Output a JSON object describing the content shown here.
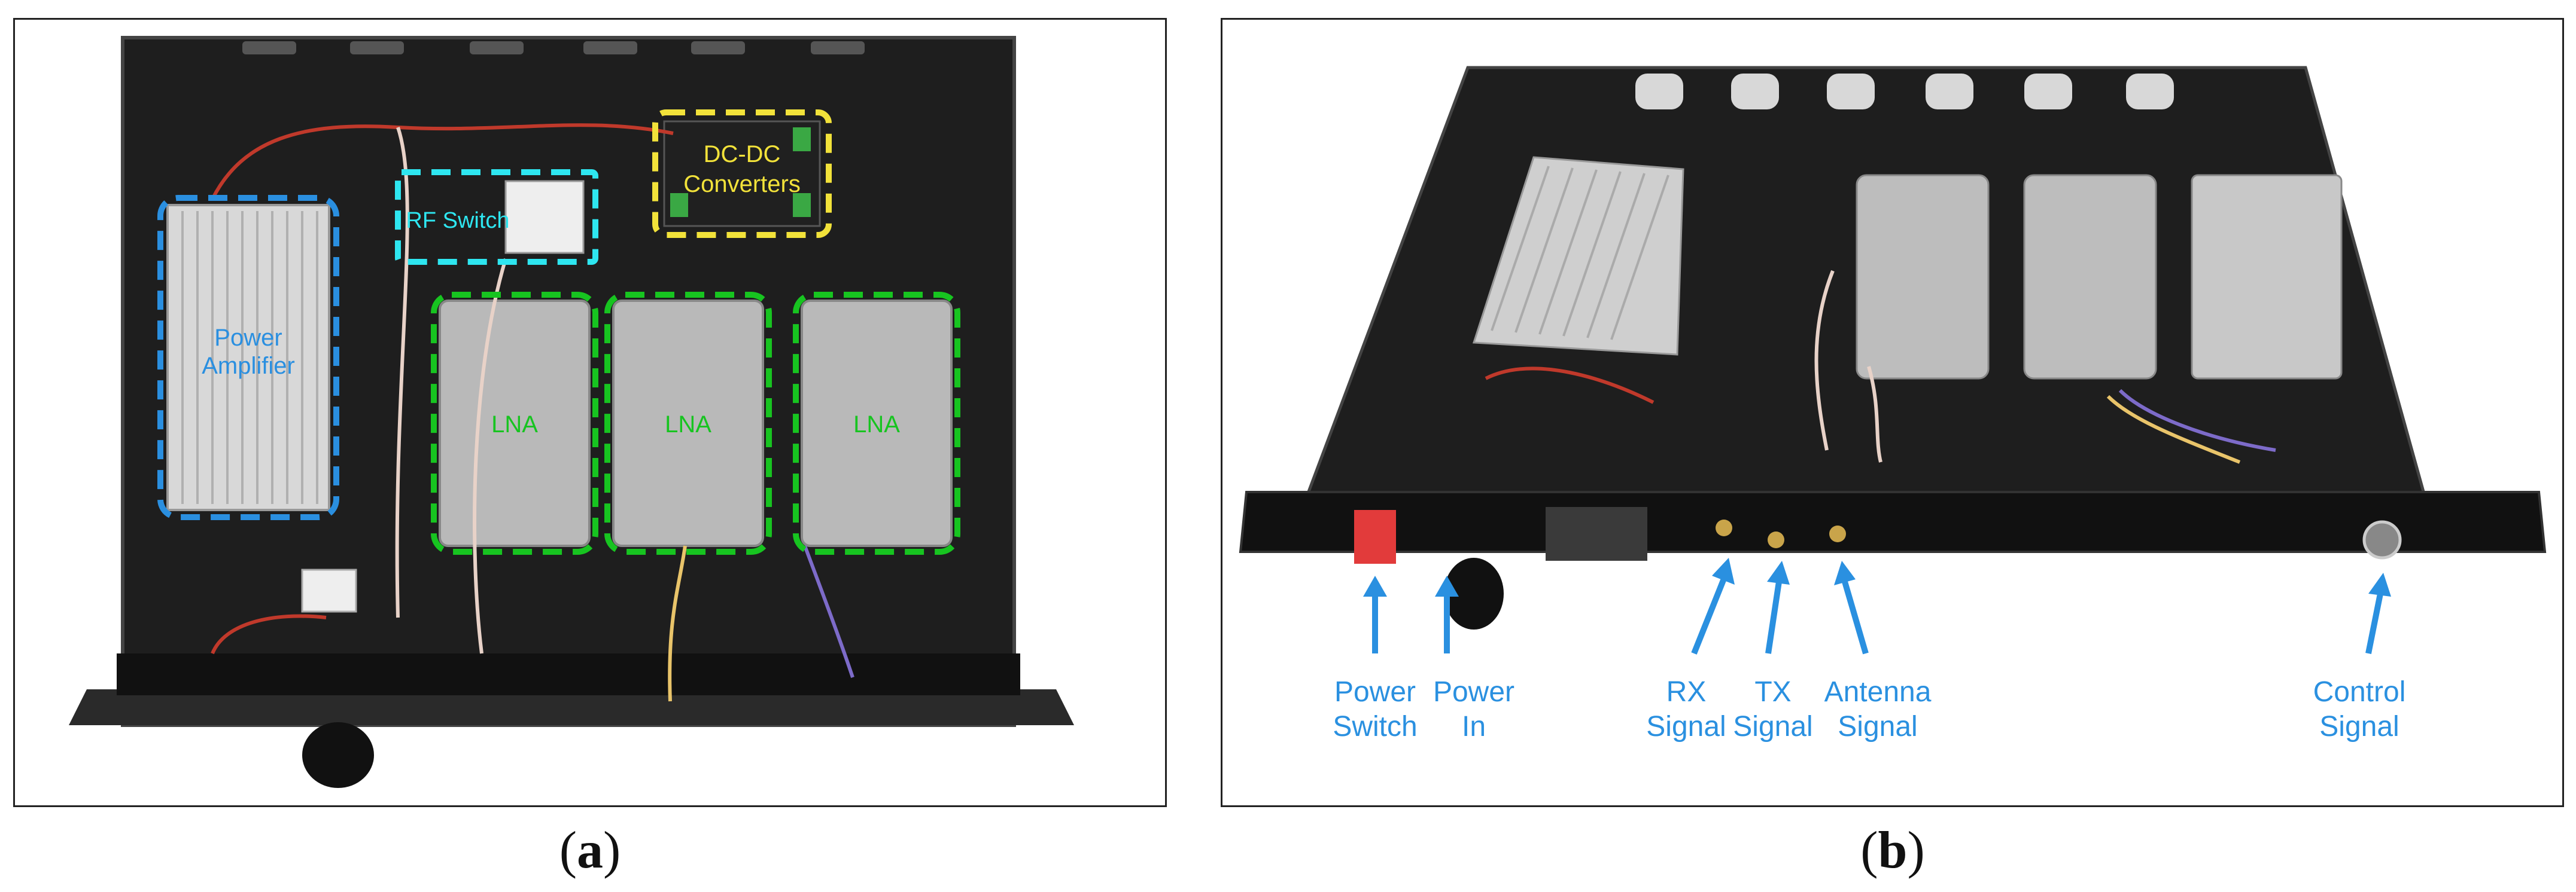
{
  "panel_a": {
    "caption_letter": "a",
    "labels": {
      "power_amplifier_line1": "Power",
      "power_amplifier_line2": "Amplifier",
      "rf_switch": "RF Switch",
      "dc_dc_line1": "DC-DC",
      "dc_dc_line2": "Converters",
      "lna_1": "LNA",
      "lna_2": "LNA",
      "lna_3": "LNA"
    }
  },
  "panel_b": {
    "caption_letter": "b",
    "callouts": [
      {
        "line1": "Power",
        "line2": "Switch"
      },
      {
        "line1": "Power",
        "line2": "In"
      },
      {
        "line1": "RX",
        "line2": "Signal"
      },
      {
        "line1": "TX",
        "line2": "Signal"
      },
      {
        "line1": "Antenna",
        "line2": "Signal"
      },
      {
        "line1": "Control",
        "line2": "Signal"
      }
    ]
  },
  "colors": {
    "blue_outline": "#2a8fe0",
    "cyan_outline": "#2ee6f0",
    "yellow_outline": "#f2e23a",
    "green_outline": "#17c420",
    "callout_text": "#2a90e0",
    "chassis": "#1c1c1c"
  }
}
